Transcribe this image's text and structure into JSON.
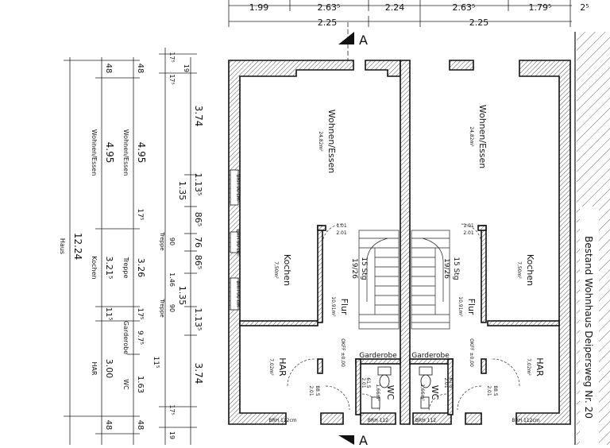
{
  "top_dims": {
    "row1": [
      "1.99",
      "2.63⁵",
      "2.24",
      "2.63⁵",
      "1.79⁵",
      "2⁵"
    ],
    "row2": [
      "2.25",
      "2.25"
    ]
  },
  "section_marker": "A",
  "left_dims": {
    "total": "12.24",
    "total_label": "Haus",
    "col_a": [
      "48",
      "4.95",
      "3.21⁵",
      "11⁵",
      "3.00",
      "48"
    ],
    "col_a_labels": [
      "Wohnen/Essen",
      "Kochen",
      "HAR"
    ],
    "col_b": [
      "48",
      "4.95",
      "17⁵",
      "3.26",
      "17⁵",
      "9.7⁵",
      "11⁵",
      "1.63",
      "48"
    ],
    "col_b_labels": [
      "Wohnen/Essen",
      "Treppe",
      "Garderobe",
      "WC"
    ],
    "col_c": [
      "17⁵",
      "19",
      "17⁵",
      "90",
      "1.46",
      "90",
      "17⁵",
      "19"
    ],
    "col_c_labels": [
      "Treppe",
      "Treppe"
    ],
    "col_d": [
      "3.74",
      "1.13⁵",
      "1.35",
      "86⁵",
      "76",
      "86⁵",
      "1.35",
      "1.13⁵",
      "3.74"
    ]
  },
  "window_labels": [
    "BRH 90 cm",
    "BRH 90 cm",
    "BRH 90 cm"
  ],
  "units": [
    {
      "living": {
        "name": "Wohnen/Essen",
        "area": "24,82m²"
      },
      "kitchen": {
        "name": "Kochen",
        "area": "7,50m²"
      },
      "hall": {
        "name": "Flur",
        "area": "10,91m²"
      },
      "stair": {
        "steps": "15 Stg",
        "ratio": "19/26"
      },
      "har": {
        "name": "HAR",
        "area": "7,02m²"
      },
      "wc": {
        "name": "WC",
        "area": "1,66m²"
      },
      "garderobe": "Garderobe",
      "floor_level": "OKFF ±0,00",
      "door_codes": [
        "1.01",
        "2.01"
      ],
      "door_small": [
        "88.5",
        "2.01"
      ],
      "wc_door": [
        "61.5",
        "2.01"
      ],
      "sill": "BRH 112cm",
      "sill_wc": "BRH 112"
    },
    {
      "living": {
        "name": "Wohnen/Essen",
        "area": "24,82m²"
      },
      "kitchen": {
        "name": "Kochen",
        "area": "7,50m²"
      },
      "hall": {
        "name": "Flur",
        "area": "10,91m²"
      },
      "stair": {
        "steps": "15 Stg",
        "ratio": "19/26"
      },
      "har": {
        "name": "HAR",
        "area": "7,02m²"
      },
      "wc": {
        "name": "WC",
        "area": "1,66m²"
      },
      "garderobe": "Garderobe",
      "floor_level": "OKFF ±0,00",
      "door_codes": [
        "1.01",
        "2.01"
      ],
      "door_small": [
        "88.5",
        "2.01"
      ],
      "wc_door": [
        "61.5",
        "2.01"
      ],
      "sill": "BRH 112cm",
      "sill_wc": "BRH 112"
    }
  ],
  "existing_building": "Bestand Wohnhaus Deipersweg Nr. 20"
}
